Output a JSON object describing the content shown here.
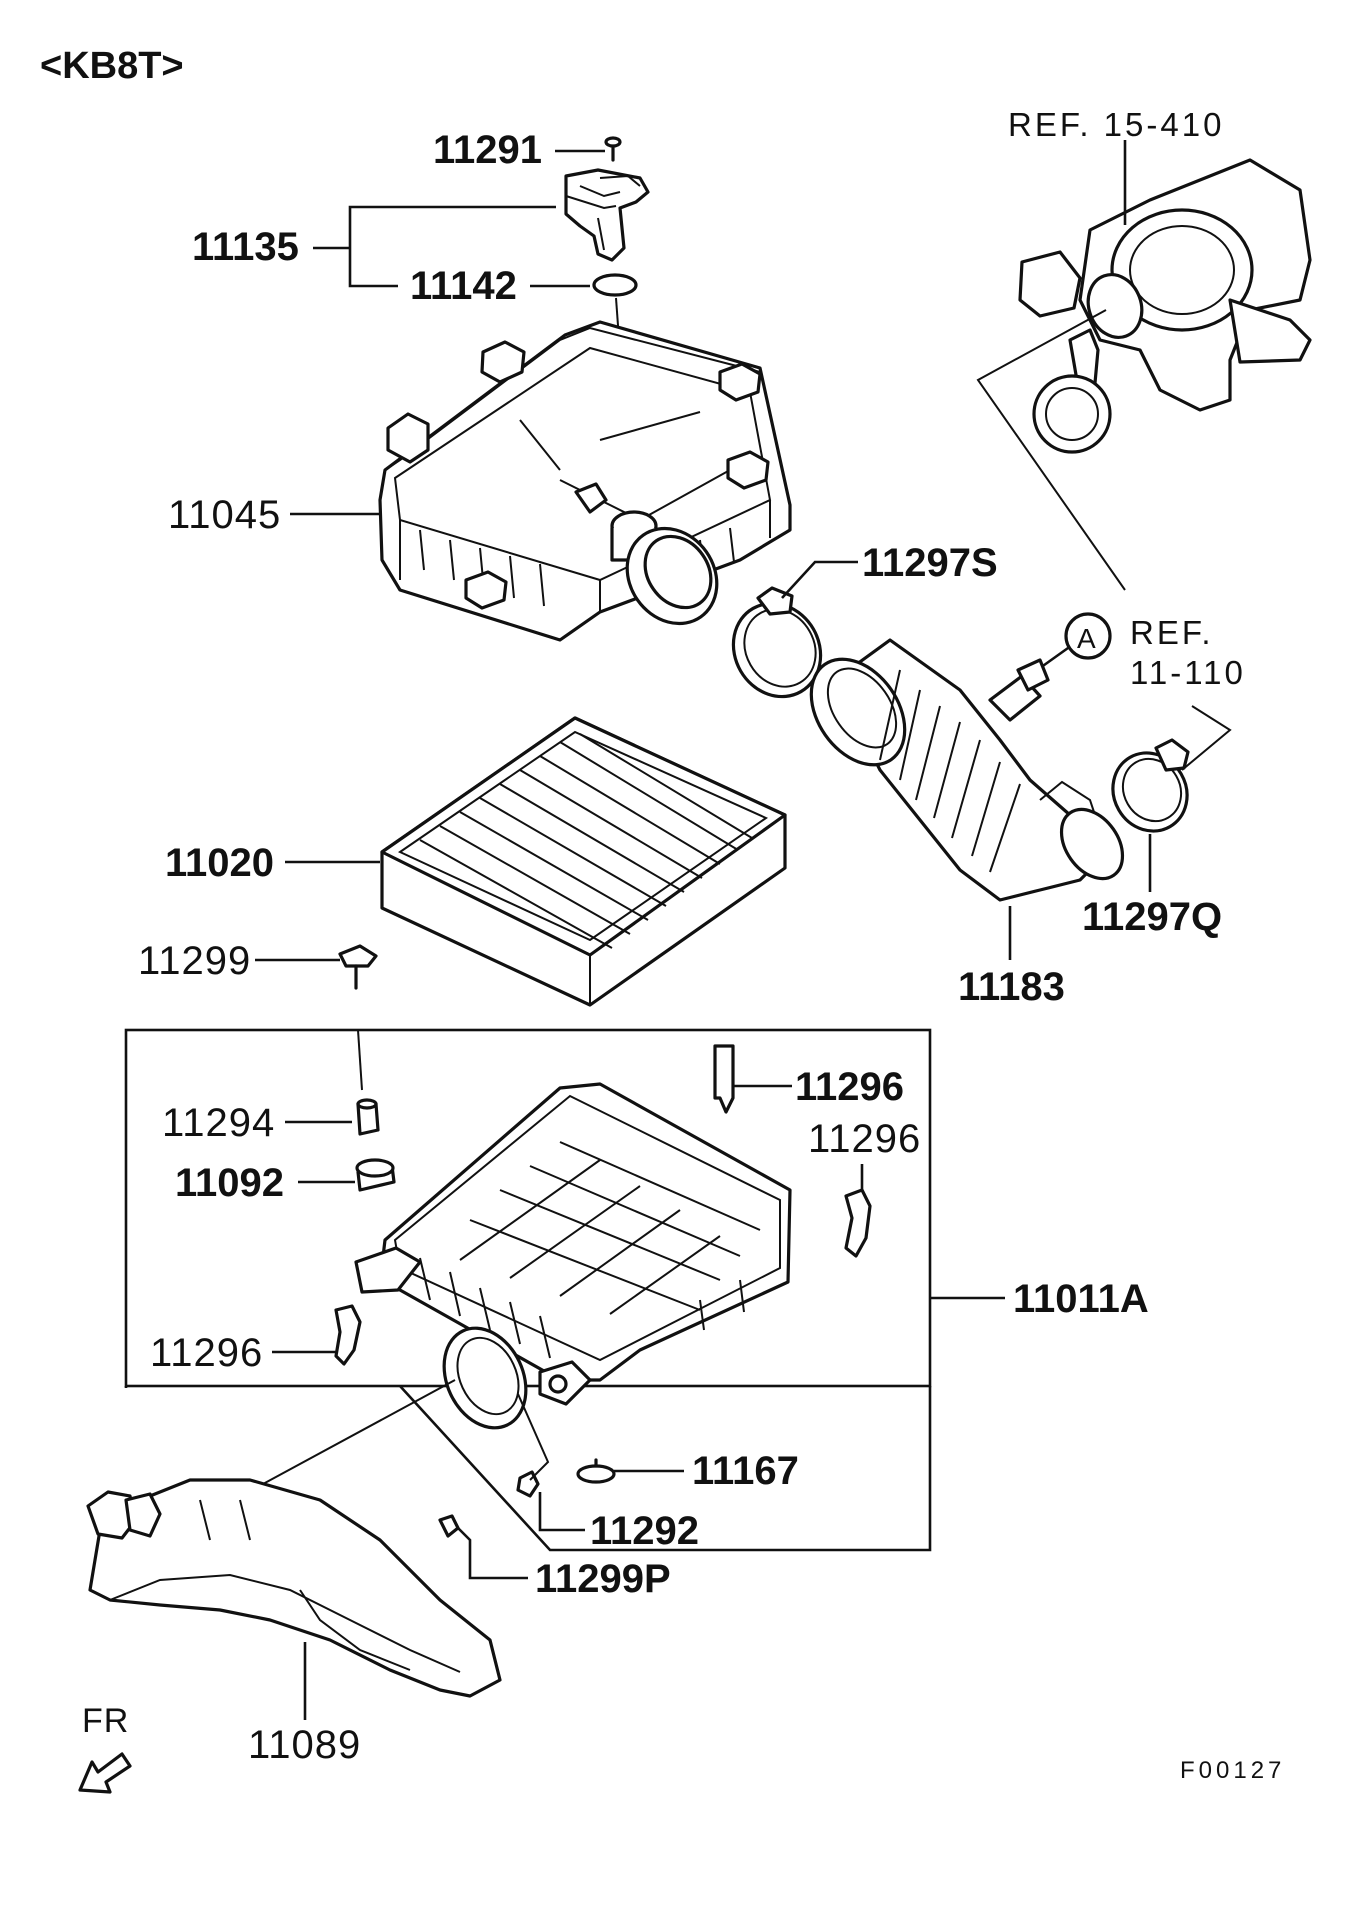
{
  "header": {
    "model_code": "<KB8T>"
  },
  "parts": {
    "p11291": "11291",
    "p11135": "11135",
    "p11142": "11142",
    "p11045": "11045",
    "p11297S": "11297S",
    "p11020": "11020",
    "p11183": "11183",
    "p11297Q": "11297Q",
    "p11299": "11299",
    "p11294": "11294",
    "p11092": "11092",
    "p11296_top": "11296",
    "p11296_mid": "11296",
    "p11296_left": "11296",
    "p11011A": "11011A",
    "p11167": "11167",
    "p11292": "11292",
    "p11299P": "11299P",
    "p11089": "11089"
  },
  "refs": {
    "ref_turbo": "REF. 15-410",
    "ref_hose_line1": "REF.",
    "ref_hose_line2": "11-110",
    "callout_a": "A"
  },
  "orientation": {
    "front_label": "FR"
  },
  "footer": {
    "figure_code": "F00127"
  }
}
